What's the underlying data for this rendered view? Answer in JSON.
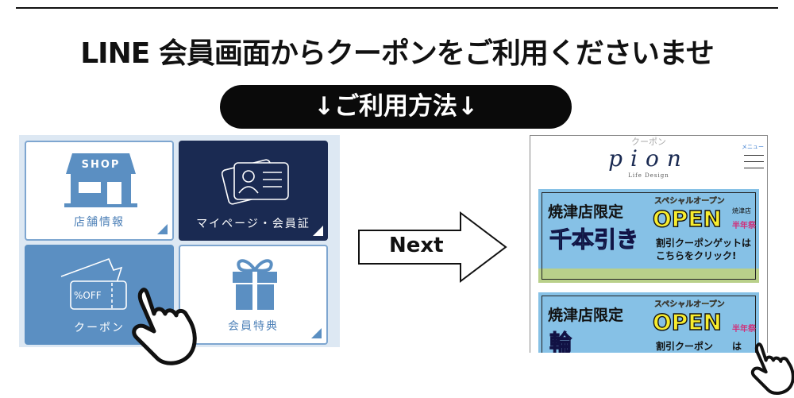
{
  "title": "LINE 会員画面からクーポンをご利用くださいませ",
  "howto": "↓ご利用方法↓",
  "menu_tiles": [
    {
      "label": "店舗情報",
      "icon": "shop-icon",
      "icon_text": "SHOP"
    },
    {
      "label": "マイページ・会員証",
      "icon": "id-card-icon"
    },
    {
      "label": "クーポン",
      "icon": "coupon-icon",
      "icon_text": "%OFF"
    },
    {
      "label": "会員特典",
      "icon": "gift-icon"
    }
  ],
  "next_label": "Next",
  "phone": {
    "page_title": "クーポン",
    "logo": "pion",
    "logo_sub": "Life Design",
    "menu_label": "メニュー",
    "banners": [
      {
        "store": "焼津店限定",
        "big": "千本引き",
        "special": "スペシャルオープン",
        "open": "OPEN",
        "anniv": "半年祭",
        "store_tag": "焼津店",
        "line1": "割引クーポンゲットは",
        "line2": "こちらをクリック!"
      },
      {
        "store": "焼津店限定",
        "big": "輪",
        "special": "スペシャルオープン",
        "open": "OPEN",
        "anniv": "半年祭",
        "store_tag": "",
        "line1": "割引クーポン　　は",
        "line2": ""
      }
    ]
  },
  "colors": {
    "navy": "#1a2a52",
    "blue": "#5b8fc2",
    "panel": "#dde8f3"
  }
}
